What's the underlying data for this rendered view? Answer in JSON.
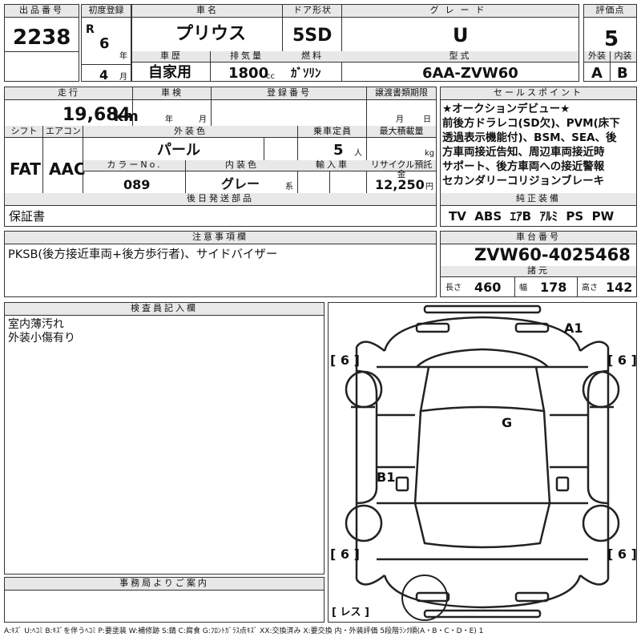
{
  "top": {
    "lot_label": "出品番号",
    "lot_number": "2238",
    "first_reg_label": "初度登録",
    "era": "R",
    "year_num": "6",
    "year_unit": "年",
    "month_num": "4",
    "month_unit": "月",
    "car_name_label": "車名",
    "car_name": "プリウス",
    "door_label": "ドア形状",
    "door": "5SD",
    "grade_label": "グレード",
    "grade": "U",
    "score_label": "評価点",
    "score": "5",
    "history_label": "車歴",
    "history": "自家用",
    "displacement_label": "排気量",
    "displacement": "1800",
    "displacement_unit": "cc",
    "fuel_label": "燃料",
    "fuel": "ｶﾞｿﾘﾝ",
    "model_label": "型式",
    "model": "6AA-ZVW60",
    "ext_label": "外装",
    "ext_score": "A",
    "int_label": "内装",
    "int_score": "B"
  },
  "mid": {
    "mileage_label": "走行",
    "mileage": "19,684",
    "mileage_unit": "km",
    "inspection_label": "車検",
    "insp_year_unit": "年",
    "insp_month_unit": "月",
    "regno_label": "登録番号",
    "transfer_label": "譲渡書類期限",
    "transfer_month_unit": "月",
    "transfer_day_unit": "日",
    "shift_label": "シフト",
    "shift": "FAT",
    "ac_label": "エアコン",
    "ac": "AAC",
    "color_label": "外装色",
    "color": "パール",
    "capacity_label": "乗車定員",
    "capacity": "5",
    "capacity_unit": "人",
    "load_label": "最大積載量",
    "load_unit": "kg",
    "colorno_label": "カラーNo.",
    "colorno": "089",
    "interior_label": "内装色",
    "interior": "グレー",
    "interior_unit": "系",
    "import_label": "輸入車",
    "recycle_label": "リサイクル預託金",
    "recycle": "12,250",
    "recycle_unit": "円",
    "later_label": "後日発送部品",
    "later": "保証書"
  },
  "sales": {
    "label": "セールスポイント",
    "lines": [
      "★オークションデビュー★",
      "前後方ドラレコ(SD欠)、PVM(床下",
      "透過表示機能付)、BSM、SEA、後",
      "方車両接近告知、周辺車両接近時",
      "サポート、後方車両への接近警報",
      "セカンダリーコリジョンブレーキ"
    ],
    "equip_label": "純正装備",
    "equipment": "TV  ABS  ｴｱB  ｱﾙﾐ  PS  PW"
  },
  "caution": {
    "label": "注意事項欄",
    "text": "PKSB(後方接近車両+後方歩行者)、サイドバイザー"
  },
  "chassis": {
    "label": "車台番号",
    "number": "ZVW60-4025468",
    "dim_label": "諸元",
    "len_label": "長さ",
    "length": "460",
    "wid_label": "幅",
    "width": "178",
    "hei_label": "高さ",
    "height": "142"
  },
  "inspector": {
    "label": "検査員記入欄",
    "lines": [
      "室内薄汚れ",
      "外装小傷有り"
    ]
  },
  "office": {
    "label": "事務局よりご案内"
  },
  "diagram": {
    "marks": [
      "A1",
      "G",
      "B1"
    ],
    "tires": [
      "6",
      "6",
      "6",
      "6"
    ],
    "spare": "レス"
  },
  "legend": "A:ｷｽﾞ U:ﾍｺﾐ B:ｷｽﾞを伴うﾍｺﾐ P:要塗装 W:補修跡 S:錆 C:腐食 G:ﾌﾛﾝﾄｶﾞﾗｽ点ｷｽﾞ XX:交換済み X:要交換  内・外装評価  5段階ﾗﾝｸ順(A・B・C・D・E) 1"
}
